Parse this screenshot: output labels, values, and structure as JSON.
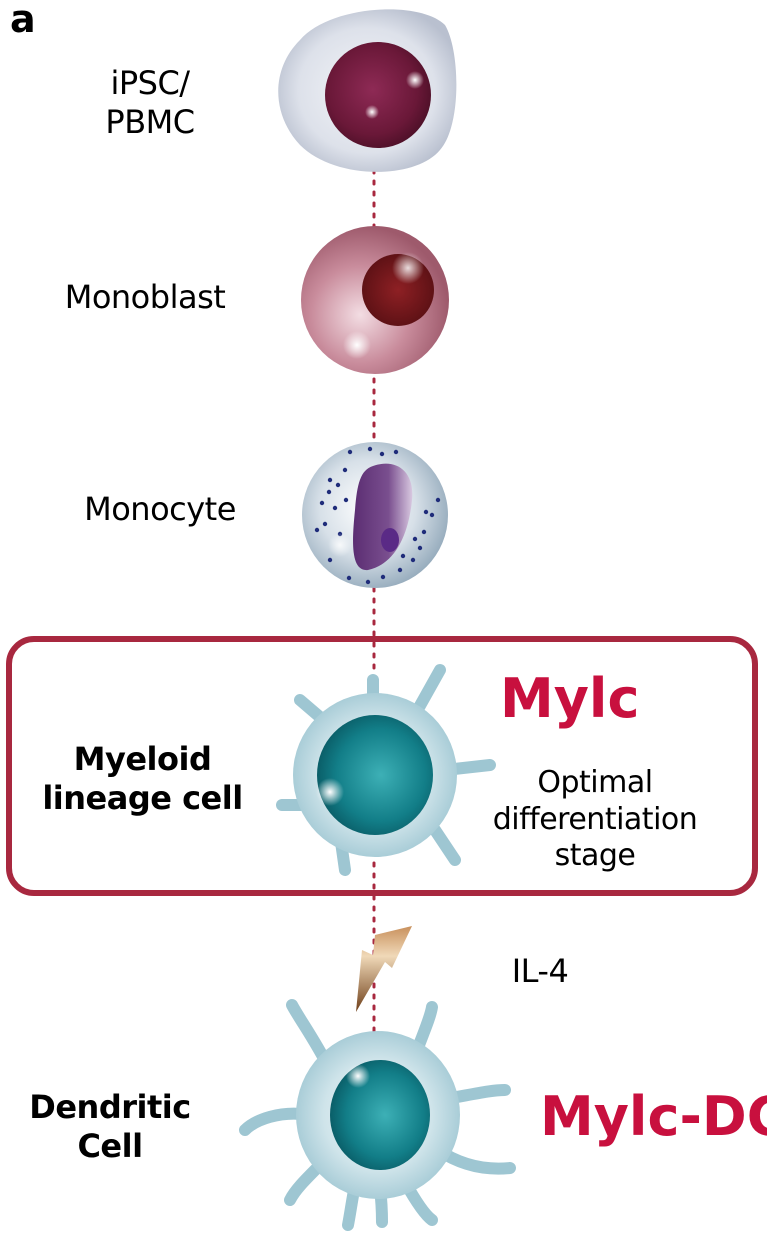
{
  "panel_label": "a",
  "stages": [
    {
      "id": "ipsc-pbmc",
      "label_lines": [
        "iPSC/",
        "PBMC"
      ]
    },
    {
      "id": "monoblast",
      "label": "Monoblast"
    },
    {
      "id": "monocyte",
      "label": "Monocyte"
    },
    {
      "id": "myeloid-lineage-cell",
      "label_lines": [
        "Myeloid",
        "lineage cell"
      ],
      "name": "Mylc",
      "note_lines": [
        "Optimal",
        "differentiation",
        "stage"
      ]
    },
    {
      "id": "dendritic-cell",
      "label_lines": [
        "Dendritic",
        "Cell"
      ],
      "name": "Mylc-DC"
    }
  ],
  "stimulus": {
    "label": "IL-4"
  },
  "colors": {
    "highlight_box": "#a8283f",
    "name_text": "#c8103e",
    "connector": "#a8283f"
  }
}
